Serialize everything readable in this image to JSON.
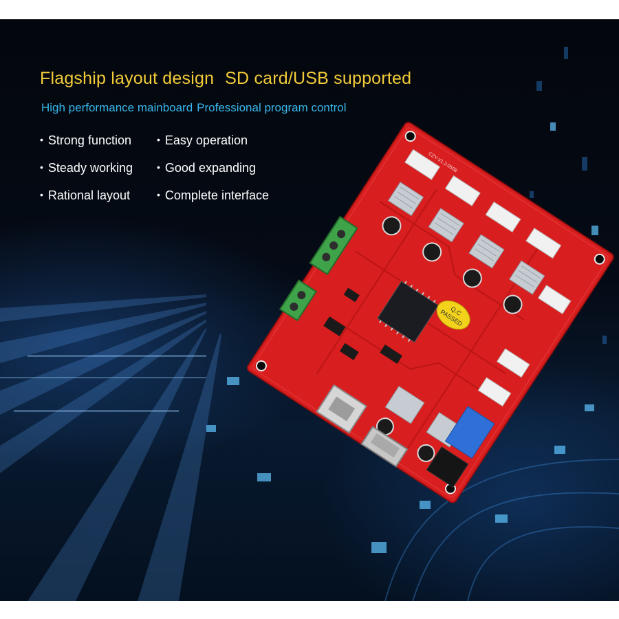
{
  "headline": {
    "left": "Flagship layout design",
    "right": "SD card/USB supported"
  },
  "subheadline": {
    "left": "High performance mainboard",
    "right": "Professional program control"
  },
  "features": [
    "Strong function",
    "Easy operation",
    "Steady working",
    "Good expanding",
    "Rational layout",
    "Complete interface"
  ],
  "board": {
    "model_label": "CZY-V1.2-0508",
    "qc_stamp": [
      "Q.C",
      "PASSED"
    ],
    "icons": [
      "usb-port-icon",
      "sd-card-slot-icon",
      "microcontroller-chip-icon",
      "heatsink-icon",
      "capacitor-icon",
      "terminal-block-icon"
    ]
  },
  "colors": {
    "background": "#050b16",
    "headline": "#f3cc3a",
    "subheadline": "#38b8ec",
    "feature_text": "#ffffff",
    "board": "#d81e1e",
    "terminal_block": "#3fa34a",
    "qc_stamp": "#f2d21a",
    "blue_header": "#2f6fd8"
  }
}
